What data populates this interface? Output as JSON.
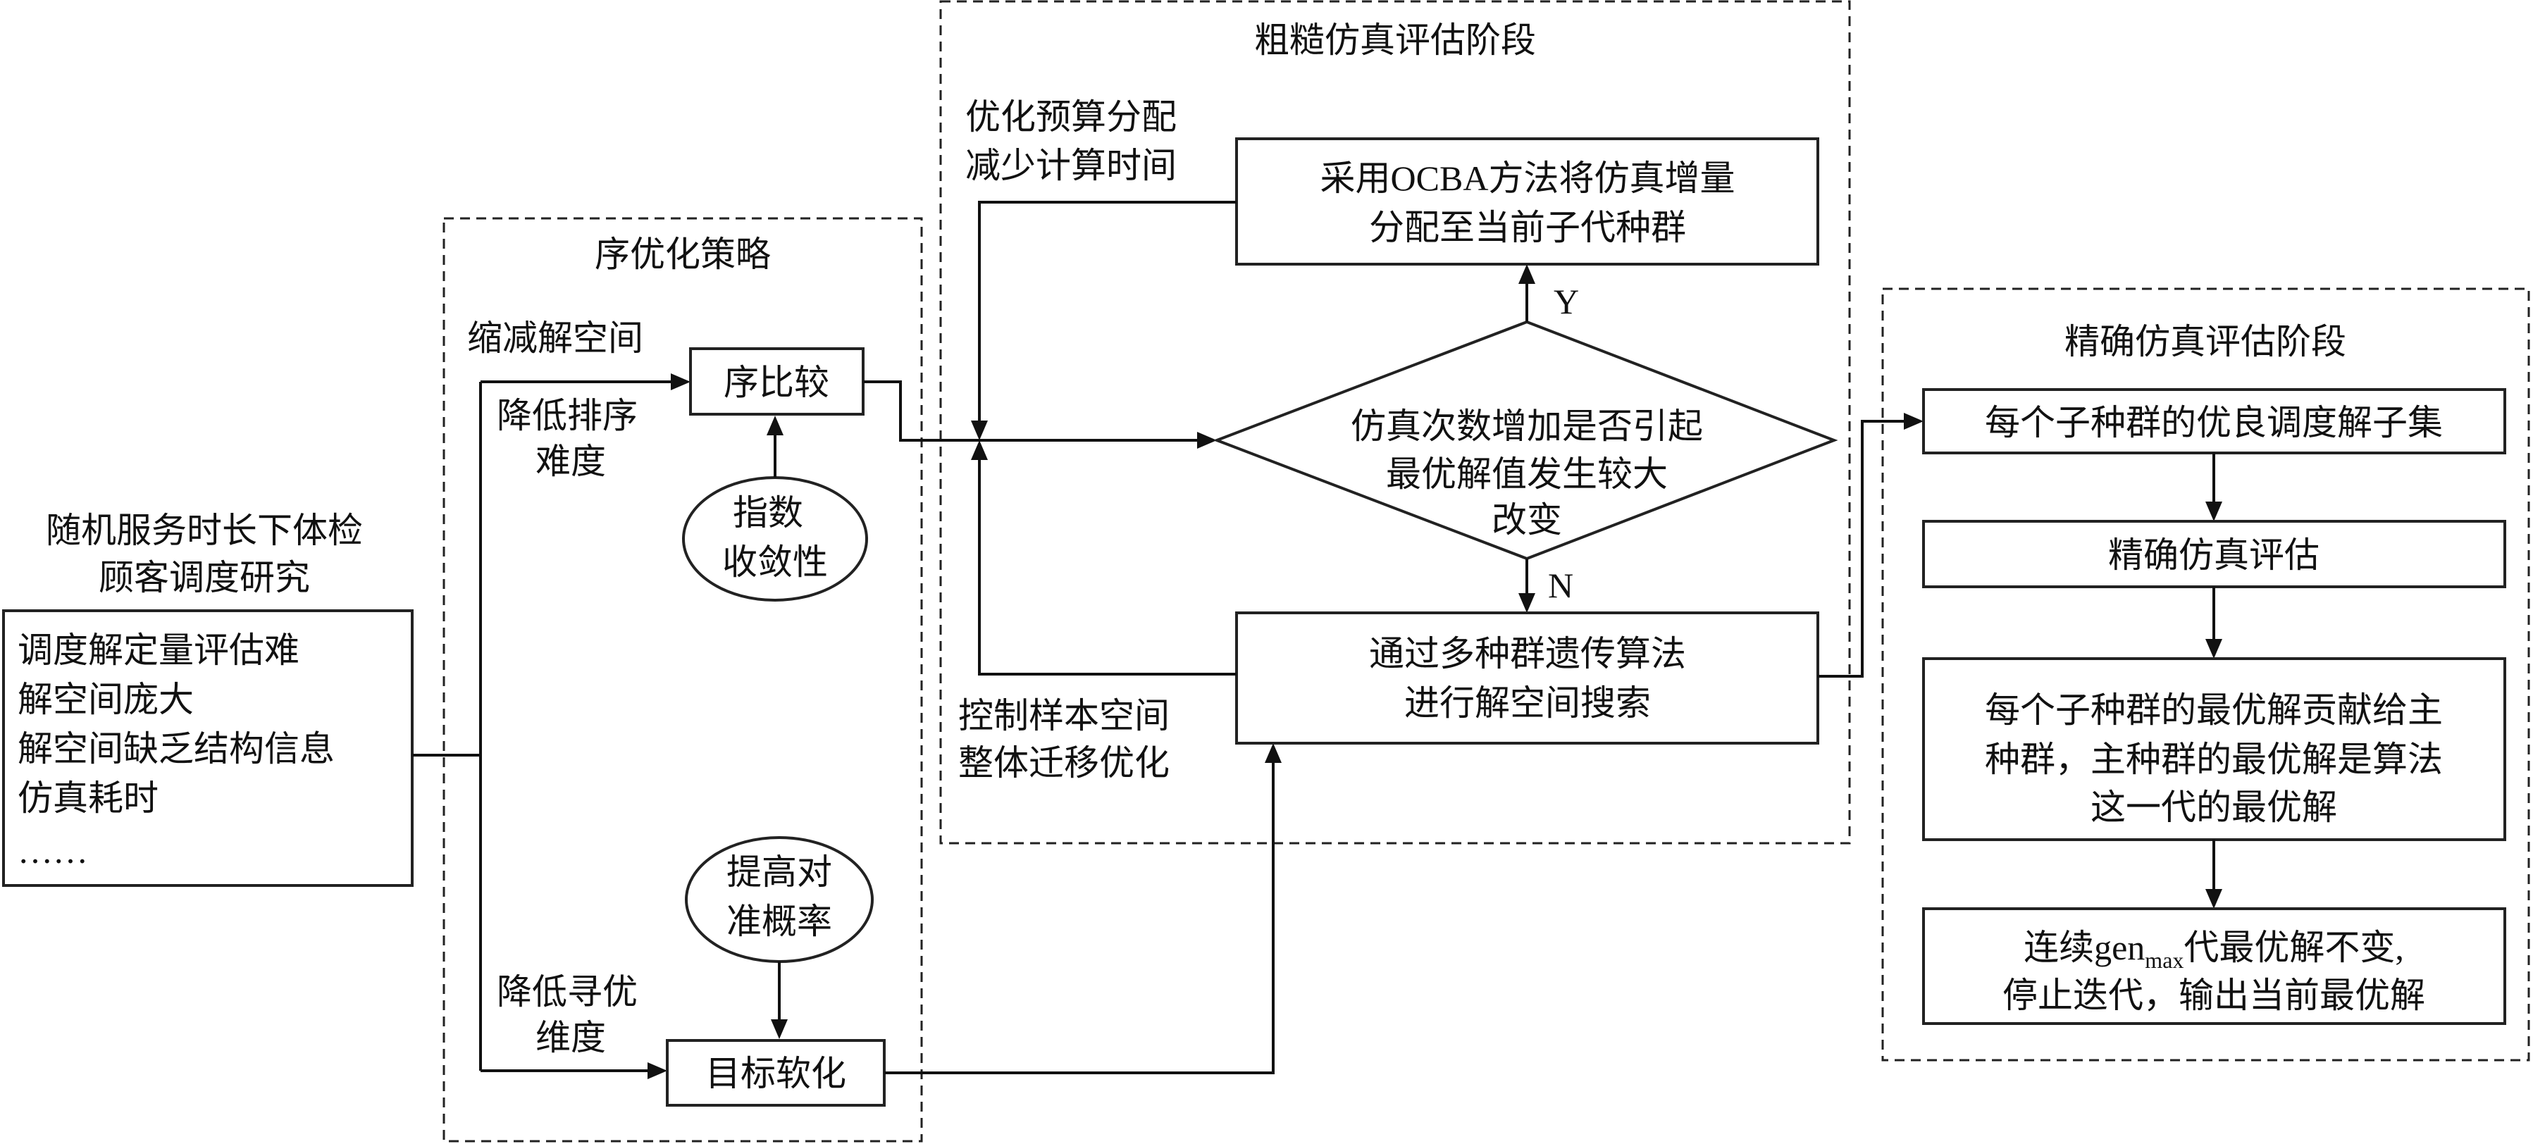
{
  "left": {
    "title_line1": "随机服务时长下体检",
    "title_line2": "顾客调度研究",
    "challenges": [
      "调度解定量评估难",
      "解空间庞大",
      "解空间缺乏结构信息",
      "仿真耗时",
      "……"
    ]
  },
  "ordinal_optimization": {
    "title": "序优化策略",
    "reduce_space_label": "缩减解空间",
    "lower_sort_label": [
      "降低排序",
      "难度"
    ],
    "ordinal_comparison": "序比较",
    "exponential_convergence": [
      "指数",
      "收敛性"
    ],
    "improve_alignment": [
      "提高对",
      "准概率"
    ],
    "lower_search_label": [
      "降低寻优",
      "维度"
    ],
    "goal_softening": "目标软化"
  },
  "rough_evaluation": {
    "title": "粗糙仿真评估阶段",
    "budget_label": [
      "优化预算分配",
      "减少计算时间"
    ],
    "ocba_box": [
      "采用OCBA方法将仿真增量",
      "分配至当前子代种群"
    ],
    "decision": [
      "仿真次数增加是否引起",
      "最优解值发生较大",
      "改变"
    ],
    "yes": "Y",
    "no": "N",
    "ga_box": [
      "通过多种群遗传算法",
      "进行解空间搜索"
    ],
    "control_label": [
      "控制样本空间",
      "整体迁移优化"
    ]
  },
  "precise_evaluation": {
    "title": "精确仿真评估阶段",
    "step1": "每个子种群的优良调度解子集",
    "step2": "精确仿真评估",
    "step3": [
      "每个子种群的最优解贡献给主",
      "种群，主种群的最优解是算法",
      "这一代的最优解"
    ],
    "step4_prefix": "连续gen",
    "step4_sub": "max",
    "step4_suffix": "代最优解不变,",
    "step4_line2": "停止迭代，输出当前最优解"
  }
}
